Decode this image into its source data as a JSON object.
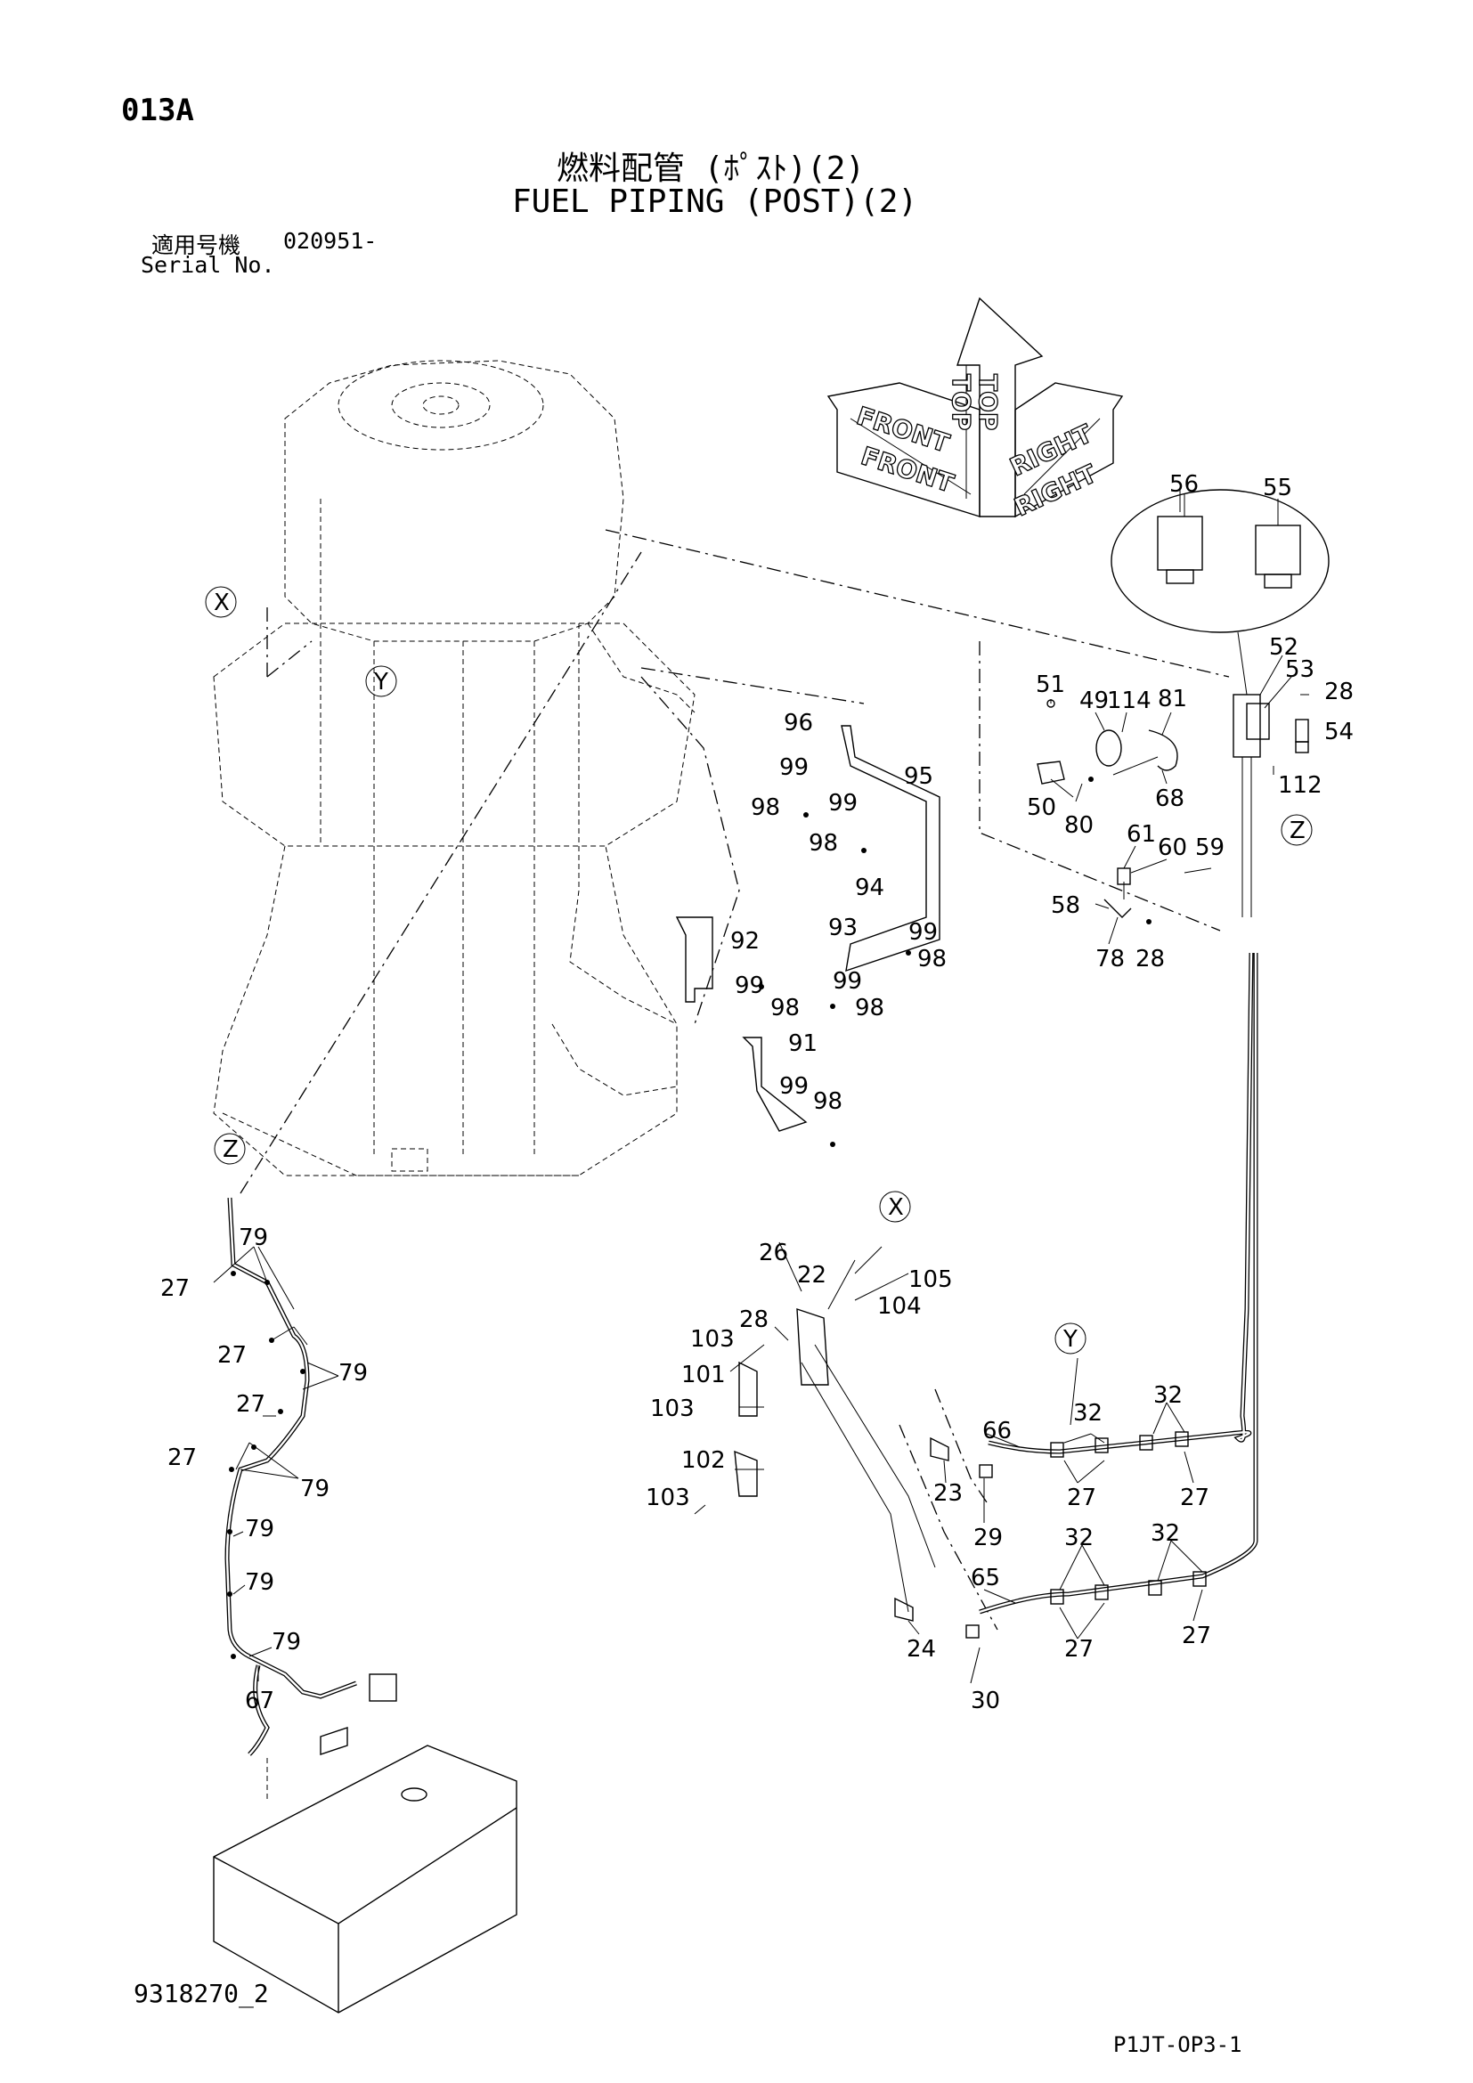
{
  "header": {
    "page_code": "013A",
    "title_jp": "燃料配管 (ﾎﾟｽﾄ)(2)",
    "title_en": "FUEL PIPING (POST)(2)",
    "serial_label_jp": "適用号機",
    "serial_value": "020951-",
    "serial_label_en": "Serial No."
  },
  "orientation": {
    "top": "TOP",
    "front": "FRONT",
    "right": "RIGHT"
  },
  "section_marks": {
    "x": "X",
    "y": "Y",
    "z": "Z"
  },
  "callouts": {
    "c22": "22",
    "c23": "23",
    "c24": "24",
    "c26": "26",
    "c27": "27",
    "c28": "28",
    "c29": "29",
    "c30": "30",
    "c32": "32",
    "c49": "49",
    "c50": "50",
    "c51": "51",
    "c52": "52",
    "c53": "53",
    "c54": "54",
    "c55": "55",
    "c56": "56",
    "c58": "58",
    "c59": "59",
    "c60": "60",
    "c61": "61",
    "c65": "65",
    "c66": "66",
    "c67": "67",
    "c68": "68",
    "c78": "78",
    "c79": "79",
    "c80": "80",
    "c81": "81",
    "c91": "91",
    "c92": "92",
    "c93": "93",
    "c94": "94",
    "c95": "95",
    "c96": "96",
    "c98": "98",
    "c99": "99",
    "c101": "101",
    "c102": "102",
    "c103": "103",
    "c104": "104",
    "c105": "105",
    "c112": "112",
    "c114": "114"
  },
  "footer": {
    "drawing_number": "9318270_2",
    "page_reference": "P1JT-OP3-1"
  }
}
